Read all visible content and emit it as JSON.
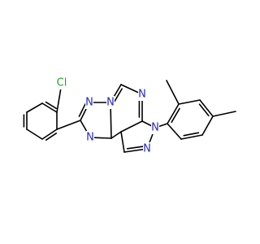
{
  "molecule": {
    "colors": {
      "bond": "#000000",
      "nitrogen": "#2828c8",
      "chlorine": "#28a028",
      "background": "#ffffff"
    },
    "atoms": [
      {
        "id": "Cl",
        "label": "Cl",
        "element": "Cl",
        "color": "#28a028"
      },
      {
        "id": "N1",
        "label": "N",
        "element": "N",
        "color": "#2828c8"
      },
      {
        "id": "N2",
        "label": "N",
        "element": "N",
        "color": "#2828c8"
      },
      {
        "id": "N3",
        "label": "N",
        "element": "N",
        "color": "#2828c8"
      },
      {
        "id": "N4",
        "label": "N",
        "element": "N",
        "color": "#2828c8"
      },
      {
        "id": "N5",
        "label": "N",
        "element": "N",
        "color": "#2828c8"
      },
      {
        "id": "N6",
        "label": "N",
        "element": "N",
        "color": "#2828c8"
      }
    ]
  }
}
